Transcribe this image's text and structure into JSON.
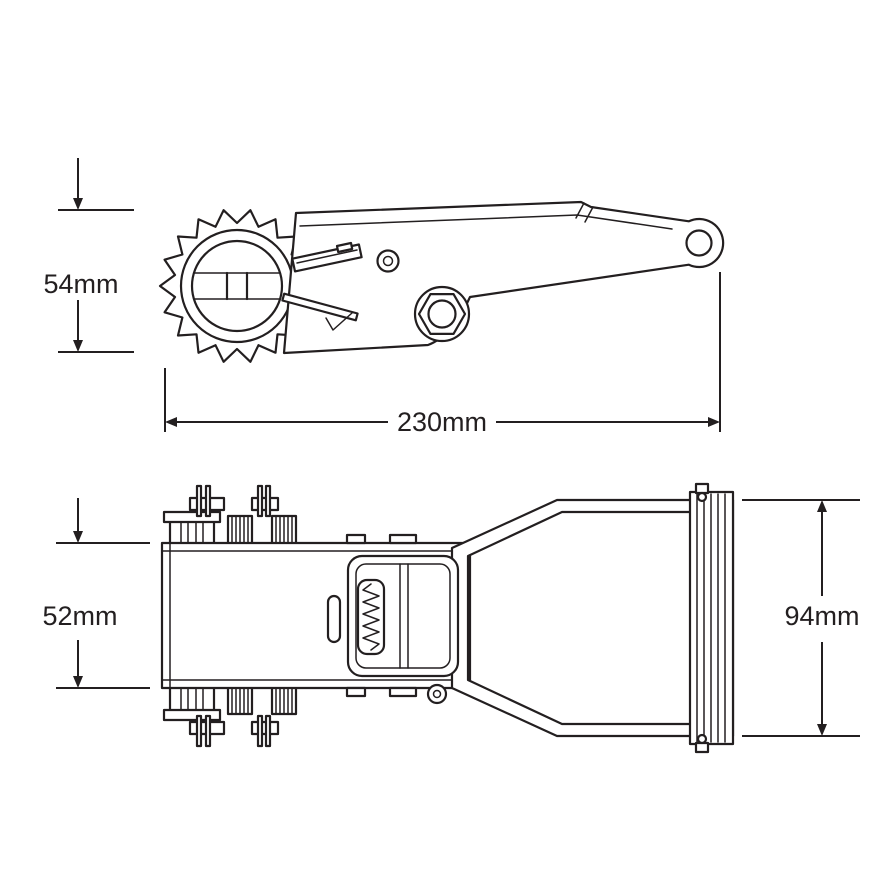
{
  "page": {
    "background": "#ffffff",
    "line_color": "#231f20"
  },
  "drawing": {
    "subject": "ratchet-buckle-technical-drawing"
  },
  "views": {
    "side": {
      "dim_height": "54mm",
      "dim_length": "230mm"
    },
    "plan": {
      "dim_body_width": "52mm",
      "dim_overall_width": "94mm"
    }
  }
}
